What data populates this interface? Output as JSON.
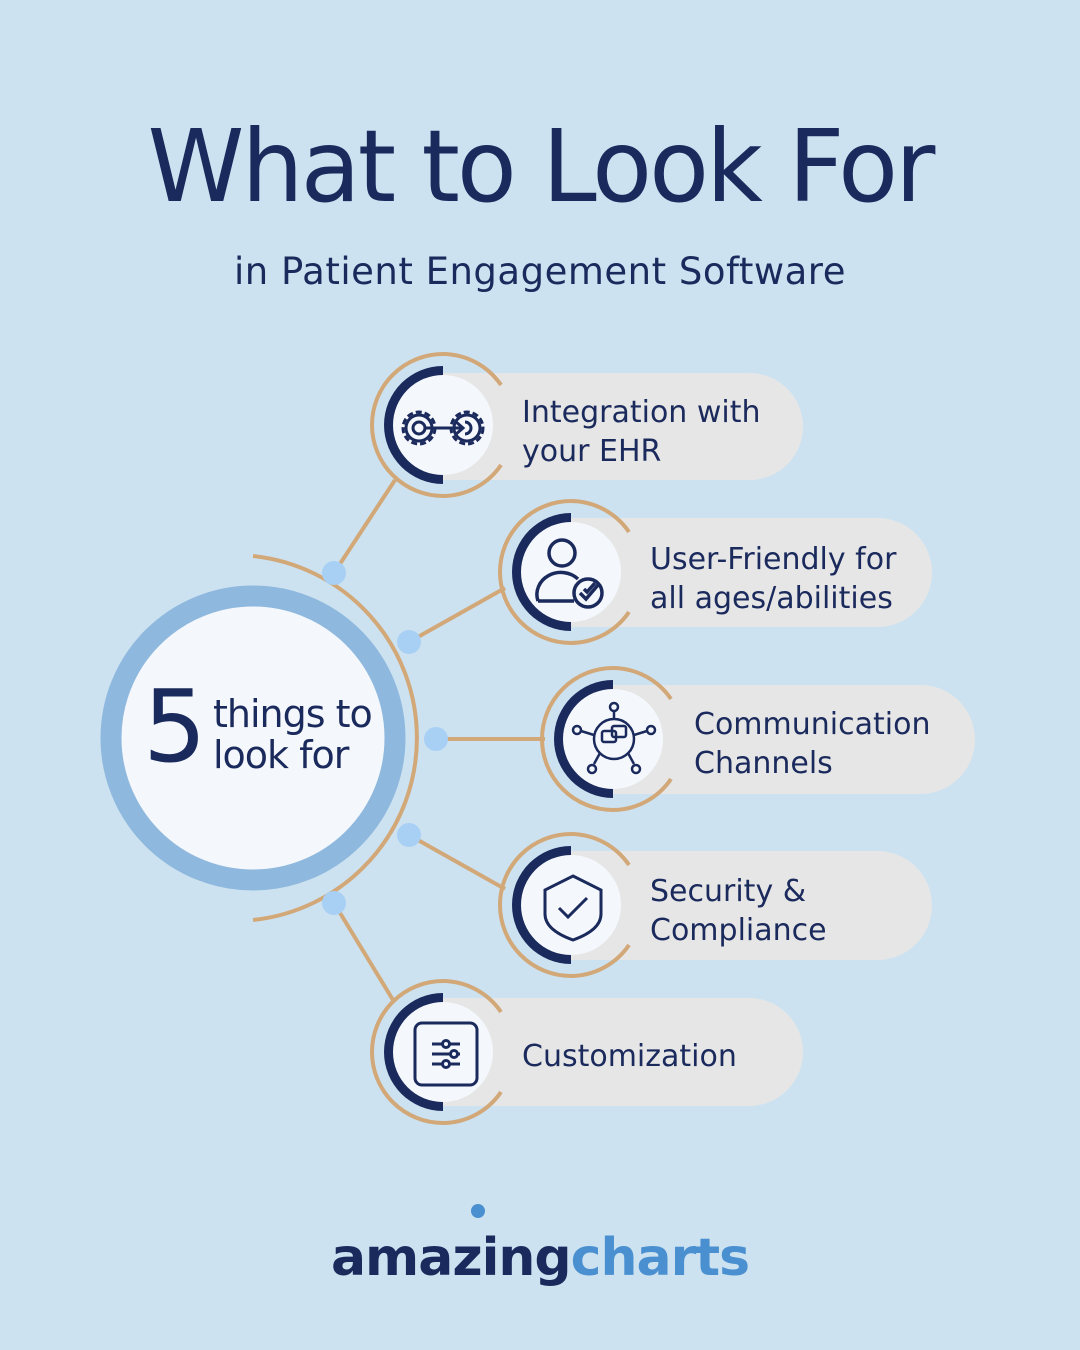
{
  "header": {
    "title": "What to Look For",
    "subtitle": "in Patient Engagement Software"
  },
  "center": {
    "number": "5",
    "text_line1": "things to",
    "text_line2": "look for"
  },
  "items": [
    {
      "icon": "gears-integration-icon",
      "line1": "Integration with",
      "line2": "your EHR"
    },
    {
      "icon": "user-check-icon",
      "line1": "User-Friendly for",
      "line2": "all ages/abilities"
    },
    {
      "icon": "communication-network-icon",
      "line1": "Communication",
      "line2": "Channels"
    },
    {
      "icon": "shield-check-icon",
      "line1": "Security &",
      "line2": "Compliance"
    },
    {
      "icon": "sliders-settings-icon",
      "line1": "Customization",
      "line2": ""
    }
  ],
  "logo": {
    "part1": "amazing",
    "part2": "charts"
  },
  "colors": {
    "background": "#CCE2F0",
    "navy": "#1B2A5C",
    "tan": "#D2A878",
    "light_blue_ring": "#8FB8DE",
    "dot": "#A8D0F5",
    "pill": "#E6E6E6",
    "logo_blue": "#4A90D0"
  }
}
